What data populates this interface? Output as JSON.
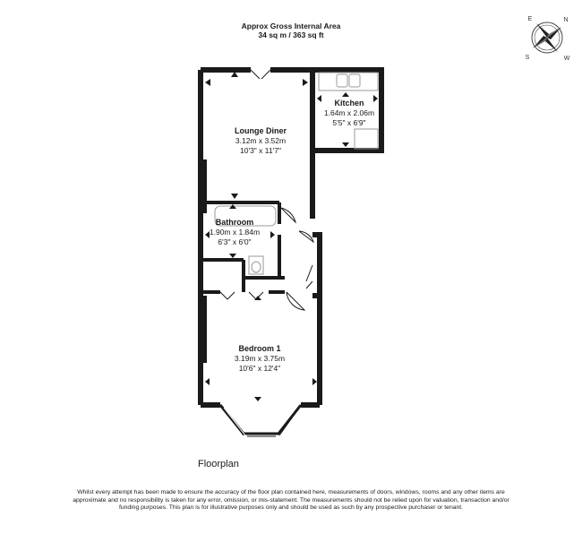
{
  "header": {
    "title": "Approx Gross Internal Area",
    "area": "34 sq m / 363 sq ft"
  },
  "rooms": {
    "lounge": {
      "name": "Lounge Diner",
      "metric": "3.12m x 3.52m",
      "imperial": "10'3\" x 11'7\""
    },
    "kitchen": {
      "name": "Kitchen",
      "metric": "1.64m x 2.06m",
      "imperial": "5'5\" x 6'9\""
    },
    "bathroom": {
      "name": "Bathroom",
      "metric": "1.90m x 1.84m",
      "imperial": "6'3\" x 6'0\""
    },
    "bedroom": {
      "name": "Bedroom 1",
      "metric": "3.19m x 3.75m",
      "imperial": "10'6\" x 12'4\""
    }
  },
  "compass": {
    "n": "N",
    "s": "S",
    "e": "E",
    "w": "W"
  },
  "plan_label": "Floorplan",
  "disclaimer": "Whilst every attempt has been made to ensure the accuracy of the floor plan contained here, measurements of doors, windows, rooms and any other items are approximate and no responsibility is taken for any error, omission, or mis-statement. The measurements should not be relied upon for valuation, transaction and/or funding purposes. This plan is for illustrative purposes only and should be used as such by any prospective purchaser or tenant.",
  "colors": {
    "wall": "#1a1a1a",
    "fixture": "#9a9a9a"
  }
}
